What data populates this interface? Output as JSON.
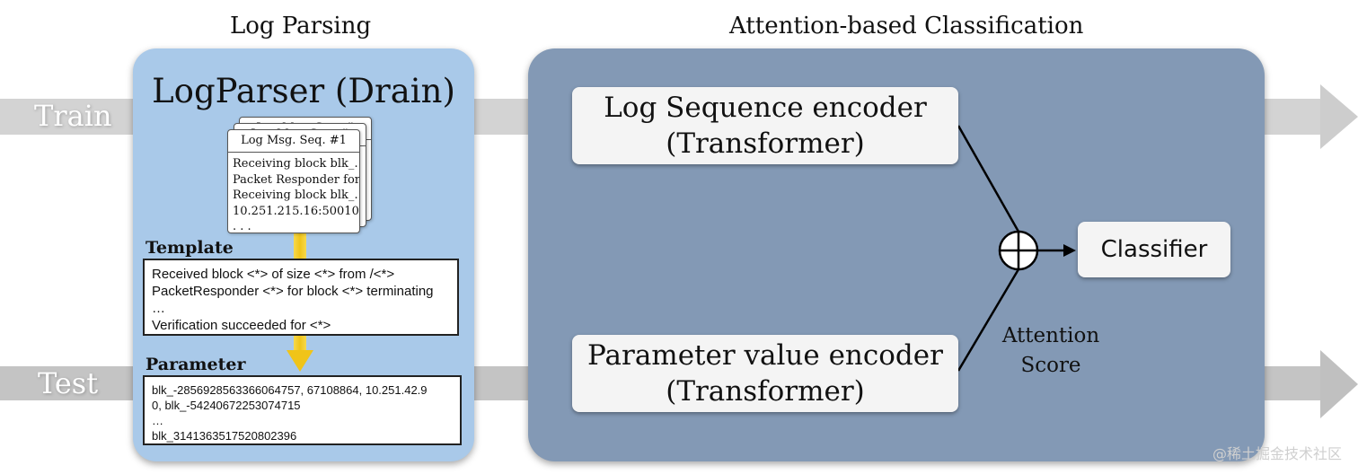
{
  "headers": {
    "log_parsing": "Log Parsing",
    "classification": "Attention-based Classification"
  },
  "arrows": {
    "train": "Train",
    "test": "Test"
  },
  "parser": {
    "title": "LogParser (Drain)",
    "doc_back_header": "Log Msg. Seq. #",
    "doc_header": "Log Msg. Seq. #1",
    "doc_lines": [
      "Receiving block blk_…",
      "Packet Responder for…",
      "Receiving block blk_…",
      "10.251.215.16:50010 …",
      ". . ."
    ],
    "template_label": "Template",
    "template_lines": [
      "Received block <*> of size <*> from /<*>",
      "PacketResponder <*> for block <*> terminating",
      "…",
      "Verification succeeded for <*>"
    ],
    "parameter_label": "Parameter",
    "parameter_lines": [
      "blk_-2856928563366064757, 67108864, 10.251.42.9",
      "0, blk_-54240672253074715",
      "…",
      "blk_3141363517520802396"
    ]
  },
  "encoders": {
    "log_sequence": [
      "Log Sequence encoder",
      "(Transformer)"
    ],
    "parameter_value": [
      "Parameter value encoder",
      "(Transformer)"
    ]
  },
  "classifier": "Classifier",
  "attention": [
    "Attention",
    "Score"
  ],
  "watermark": "@稀土掘金技术社区",
  "colors": {
    "parse_panel": "#a9c9e9",
    "class_panel": "#8399b5",
    "flow_arrow": "#d3d3d3",
    "yellow_arrow": "#f0c419"
  }
}
